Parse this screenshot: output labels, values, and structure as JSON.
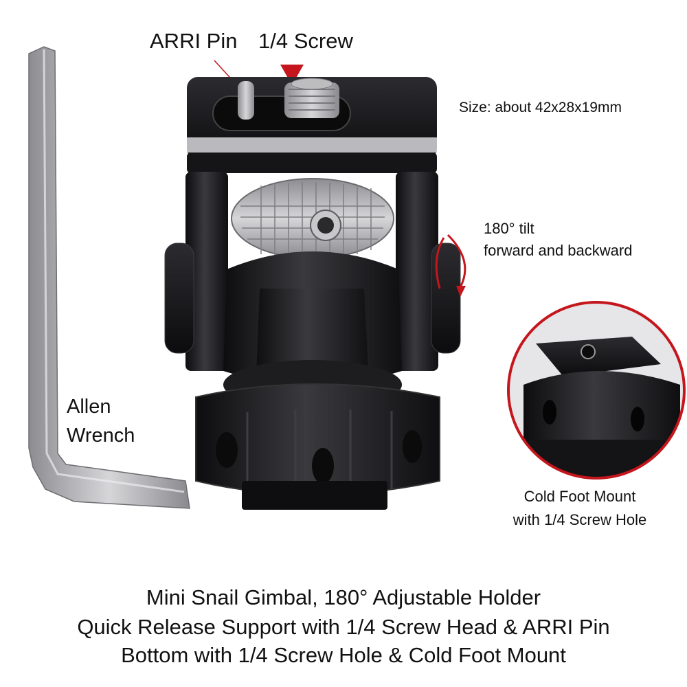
{
  "labels": {
    "arri_pin": "ARRI Pin",
    "screw": "1/4 Screw",
    "size": "Size: about 42x28x19mm",
    "tilt_line1": "180° tilt",
    "tilt_line2": "forward and backward",
    "allen_line1": "Allen",
    "allen_line2": "Wrench",
    "cold_line1": "Cold Foot Mount",
    "cold_line2": "with 1/4 Screw Hole"
  },
  "caption": {
    "line1": "Mini Snail Gimbal, 180° Adjustable Holder",
    "line2": "Quick Release Support with 1/4 Screw Head & ARRI Pin",
    "line3": "Bottom with 1/4 Screw Hole & Cold Foot Mount"
  },
  "colors": {
    "accent_red": "#c4161c",
    "metal_black": "#1b1b1d",
    "steel": "#a9a9ad"
  },
  "icons": {
    "pointer_arrow": "down-triangle-icon",
    "tilt_arrow": "curved-arrow-icon"
  }
}
